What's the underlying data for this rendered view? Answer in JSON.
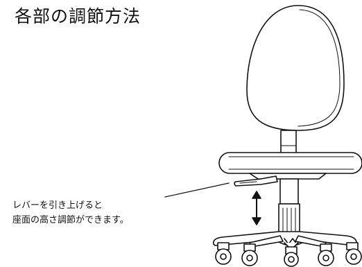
{
  "page": {
    "title": "各部の調節方法"
  },
  "instruction": {
    "line1": "レバーを引き上げると",
    "line2": "座面の高さ調節ができます。"
  },
  "illustration": {
    "subject": "office chair",
    "parts": [
      "backrest",
      "backrest-post",
      "seat",
      "height-adjustment-lever",
      "gas-cylinder",
      "five-star-base",
      "casters"
    ],
    "callout_target": "height-adjustment-lever",
    "stroke_color": "#111111",
    "fill_color": "#ffffff"
  }
}
